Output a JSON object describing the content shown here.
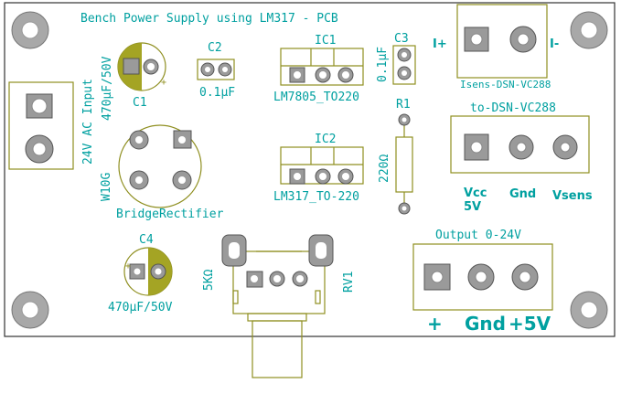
{
  "title": "Bench Power Supply using LM317 - PCB",
  "colors": {
    "board_outline": "#333333",
    "silk": "#00a0a0",
    "fab": "#8f8f20",
    "pad": "#9a9a9a",
    "pad_border": "#555555",
    "cap_fill": "#a4a424"
  },
  "labels": {
    "c1_value": "470µF/50V",
    "c1_ref": "C1",
    "c2_ref": "C2",
    "c2_value": "0.1µF",
    "ic1_ref": "IC1",
    "ic1_value": "LM7805_TO220",
    "c3_ref": "C3",
    "c3_value": "0.1µF",
    "isens_plus": "I+",
    "isens_minus": "I-",
    "isens_value": "Isens-DSN-VC288",
    "ac_input": "24V AC Input",
    "r1_ref": "R1",
    "r1_value": "220Ω",
    "to_dsn": "to-DSN-VC288",
    "vcc": "Vcc",
    "vcc_5v": "5V",
    "gnd_small": "Gnd",
    "vsens": "Vsens",
    "ic2_ref": "IC2",
    "ic2_value": "LM317_TO-220",
    "bridge_ref": "W10G",
    "bridge_value": "BridgeRectifier",
    "c4_ref": "C4",
    "c4_value": "470µF/50V",
    "rv1_value": "5KΩ",
    "rv1_ref": "RV1",
    "output_label": "Output 0-24V",
    "out_plus": "+",
    "out_gnd": "Gnd",
    "out_5v": "+5V"
  }
}
